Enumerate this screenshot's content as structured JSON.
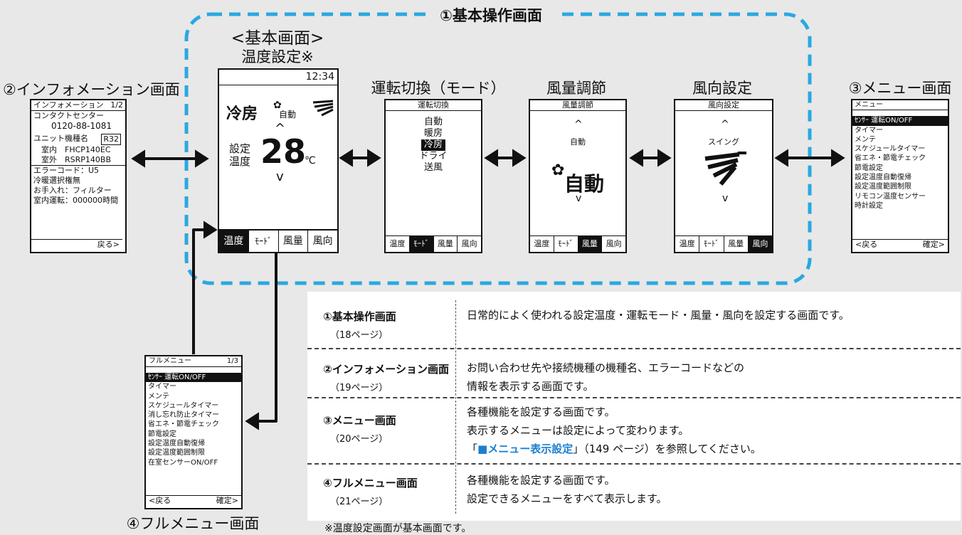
{
  "group_label": "①基本操作画面",
  "basic": {
    "heading": "<基本画面>",
    "label": "温度設定※",
    "time": "12:34",
    "mode": "冷房",
    "fan_small": "自動",
    "up": "^",
    "set_label_1": "設定",
    "set_label_2": "温度",
    "temp": "28",
    "unit": "℃",
    "down": "v",
    "tabs": [
      "温度",
      "ﾓｰﾄﾞ",
      "風量",
      "風向"
    ]
  },
  "info_screen": {
    "label": "②インフォメーション画面",
    "title": "インフォメーション",
    "page": "1/2",
    "lines": [
      "コンタクトセンター",
      "0120-88-1081",
      "",
      "ユニット機種名",
      "室内　FHCP140EC",
      "室外　RSRP140BB",
      "エラーコード：U5",
      "冷暖選択権無",
      "お手入れ：フィルター",
      "室内運転：000000時間"
    ],
    "model_badge": "R32",
    "back": "戻る>"
  },
  "mode_screen": {
    "label": "運転切換（モード）",
    "title": "運転切換",
    "items": [
      "自動",
      "暖房",
      "冷房",
      "ドライ",
      "送風"
    ],
    "selected": 2,
    "tabs": [
      "温度",
      "ﾓｰﾄﾞ",
      "風量",
      "風向"
    ]
  },
  "fan_screen": {
    "label": "風量調節",
    "title": "風量調節",
    "up": "^",
    "small": "自動",
    "big": "自動",
    "down": "v",
    "tabs": [
      "温度",
      "ﾓｰﾄﾞ",
      "風量",
      "風向"
    ]
  },
  "dir_screen": {
    "label": "風向設定",
    "title": "風向設定",
    "up": "^",
    "small": "スイング",
    "down": "v",
    "tabs": [
      "温度",
      "ﾓｰﾄﾞ",
      "風量",
      "風向"
    ]
  },
  "menu_screen": {
    "label": "③メニュー画面",
    "title": "メニュー",
    "items": [
      "ｾﾝｻｰ 運転ON/OFF",
      "タイマー",
      "メンテ",
      "スケジュールタイマー",
      "省エネ・節電チェック",
      "節電設定",
      "設定温度自動復帰",
      "設定温度範囲制限",
      "リモコン温度センサー",
      "時計設定"
    ],
    "back": "<戻る",
    "ok": "確定>"
  },
  "full_screen": {
    "label": "④フルメニュー画面",
    "title": "フルメニュー",
    "page": "1/3",
    "items": [
      "ｾﾝｻｰ 運転ON/OFF",
      "タイマー",
      "メンテ",
      "スケジュールタイマー",
      "消し忘れ防止タイマー",
      "省エネ・節電チェック",
      "節電設定",
      "設定温度自動復帰",
      "設定温度範囲制限",
      "在室センサーON/OFF"
    ],
    "back": "<戻る",
    "ok": "確定>"
  },
  "info_table": [
    {
      "title": "①基本操作画面",
      "page": "（18ページ）",
      "desc": [
        "日常的によく使われる設定温度・運転モード・風量・風向を設定する画面です。"
      ]
    },
    {
      "title": "②インフォメーション画面",
      "page": "（19ページ）",
      "desc": [
        "お問い合わせ先や接続機種の機種名、エラーコードなどの",
        "情報を表示する画面です。"
      ]
    },
    {
      "title": "③メニュー画面",
      "page": "（20ページ）",
      "desc": [
        "各種機能を設定する画面です。",
        "表示するメニューは設定によって変わります。"
      ],
      "link_prefix": "「",
      "link": "■メニュー表示設定",
      "link_suffix": "」（149 ページ）を参照してください。"
    },
    {
      "title": "④フルメニュー画面",
      "page": "（21ページ）",
      "desc": [
        "各種機能を設定する画面です。",
        "設定できるメニューをすべて表示します。"
      ]
    }
  ],
  "footnote": "※温度設定画面が基本画面です。",
  "colors": {
    "background": "#e8e8e8",
    "dashed_frame": "#2aa8e0",
    "link": "#1a7fd1"
  }
}
